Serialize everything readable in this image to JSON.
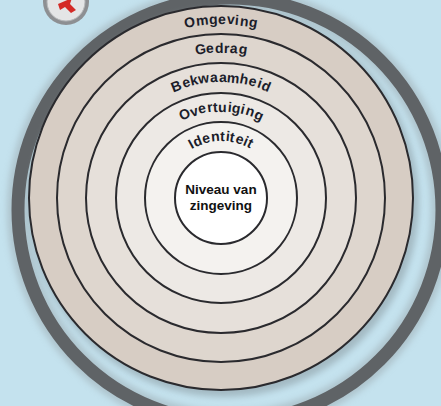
{
  "diagram": {
    "nodes": [
      {
        "text": [
          "Omgeving"
        ]
      },
      {
        "text": [
          "Gedrag"
        ],
        "in": 0
      },
      {
        "text": [
          "Bekwaamheid"
        ],
        "in": 1
      },
      {
        "text": [
          "Overtuiging"
        ],
        "in": 2
      },
      {
        "text": [
          "Identiteit"
        ],
        "in": 3
      },
      {
        "text": [
          "Niveau van zingeving"
        ],
        "in": 4
      }
    ]
  }
}
